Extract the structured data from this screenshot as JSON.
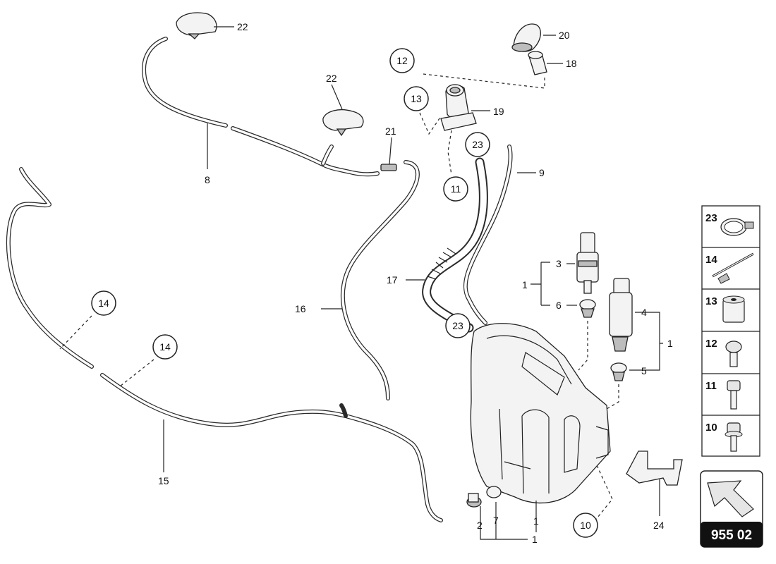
{
  "diagram": {
    "labels": {
      "l1a": "1",
      "l1b": "1",
      "l1c": "1",
      "l1d": "1",
      "l2": "2",
      "l3": "3",
      "l4": "4",
      "l5": "5",
      "l6": "6",
      "l7": "7",
      "l8": "8",
      "l9": "9",
      "l10": "10",
      "l11": "11",
      "l12": "12",
      "l13": "13",
      "l14a": "14",
      "l14b": "14",
      "l15": "15",
      "l16": "16",
      "l17": "17",
      "l18": "18",
      "l19": "19",
      "l20": "20",
      "l21": "21",
      "l22a": "22",
      "l22b": "22",
      "l23a": "23",
      "l23b": "23",
      "l24": "24"
    }
  },
  "legend": {
    "items": [
      "23",
      "14",
      "13",
      "12",
      "11",
      "10"
    ]
  },
  "code_box": {
    "code": "955 02"
  }
}
